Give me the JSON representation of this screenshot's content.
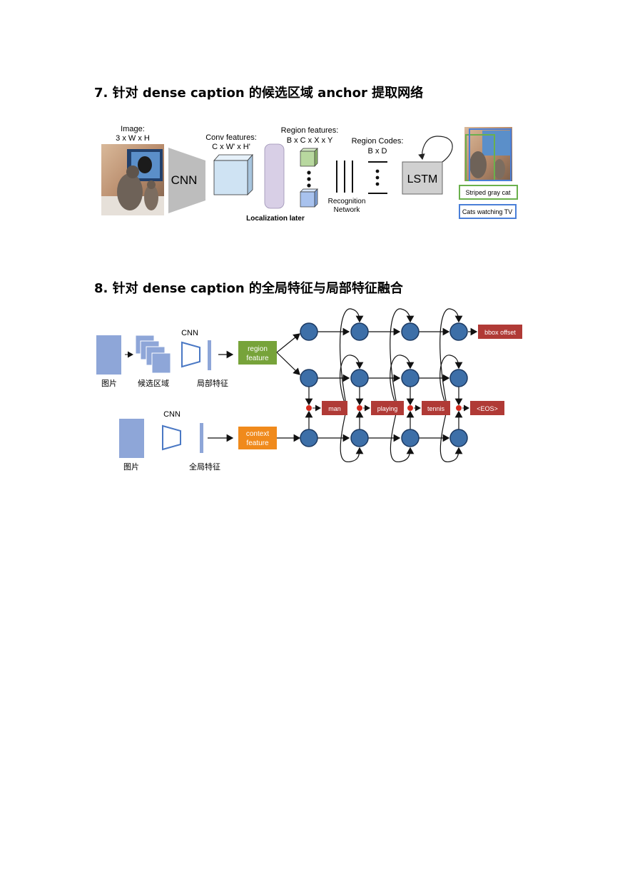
{
  "sections": [
    {
      "heading": "7. 针对 dense caption 的候选区域 anchor 提取网络"
    },
    {
      "heading": "8. 针对 dense caption 的全局特征与局部特征融合"
    }
  ],
  "fig7": {
    "image_label_1": "Image:",
    "image_label_2": "3 x W x H",
    "cnn": "CNN",
    "conv_label_1": "Conv features:",
    "conv_label_2": "C x W' x H'",
    "region_label_1": "Region features:",
    "region_label_2": "B x C x X x Y",
    "codes_label_1": "Region Codes:",
    "codes_label_2": "B x D",
    "lstm": "LSTM",
    "localization": "Localization later",
    "recognition_1": "Recognition",
    "recognition_2": "Network",
    "caption_green": "Striped gray cat",
    "caption_blue": "Cats watching TV",
    "colors": {
      "green": "#6ab04c",
      "blue": "#4a7fd8",
      "layer": "#d8cfe6",
      "cube": "#cfe3f3"
    }
  },
  "fig8": {
    "cnn_top": "CNN",
    "cnn_bottom": "CNN",
    "img_top": "图片",
    "proposals": "候选区域",
    "local_feat": "局部特征",
    "img_bottom": "图片",
    "global_feat": "全局特征",
    "region_feature_1": "region",
    "region_feature_2": "feature",
    "context_feature_1": "context",
    "context_feature_2": "feature",
    "bbox_offset": "bbox offset",
    "words": [
      "man",
      "playing",
      "tennis",
      "<EOS>"
    ],
    "colors": {
      "node": "#3d6fa8",
      "word": "#b03a36",
      "region": "#77a33a",
      "context": "#f08a1c",
      "blue_box": "#8ea6d8"
    }
  }
}
